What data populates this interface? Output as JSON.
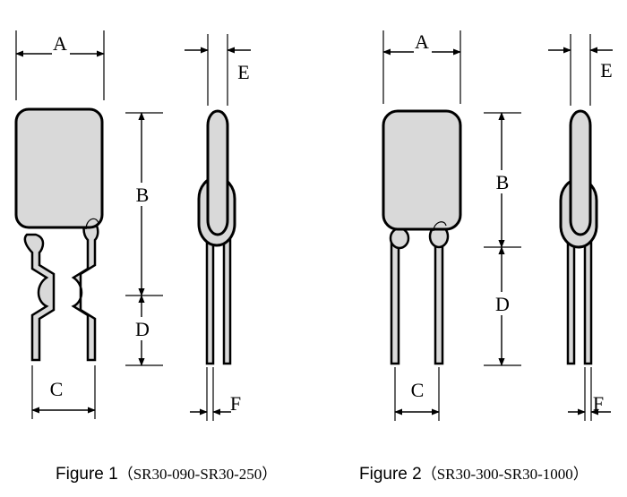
{
  "labels": {
    "a": "A",
    "b": "B",
    "c": "C",
    "d": "D",
    "e": "E",
    "f": "F"
  },
  "figures": [
    {
      "title": "Figure 1",
      "range": "（SR30-090-SR30-250）"
    },
    {
      "title": "Figure 2",
      "range": "（SR30-300-SR30-1000）"
    }
  ],
  "colors": {
    "body": "#d9d9d9",
    "outline": "#000000",
    "background": "#ffffff"
  }
}
